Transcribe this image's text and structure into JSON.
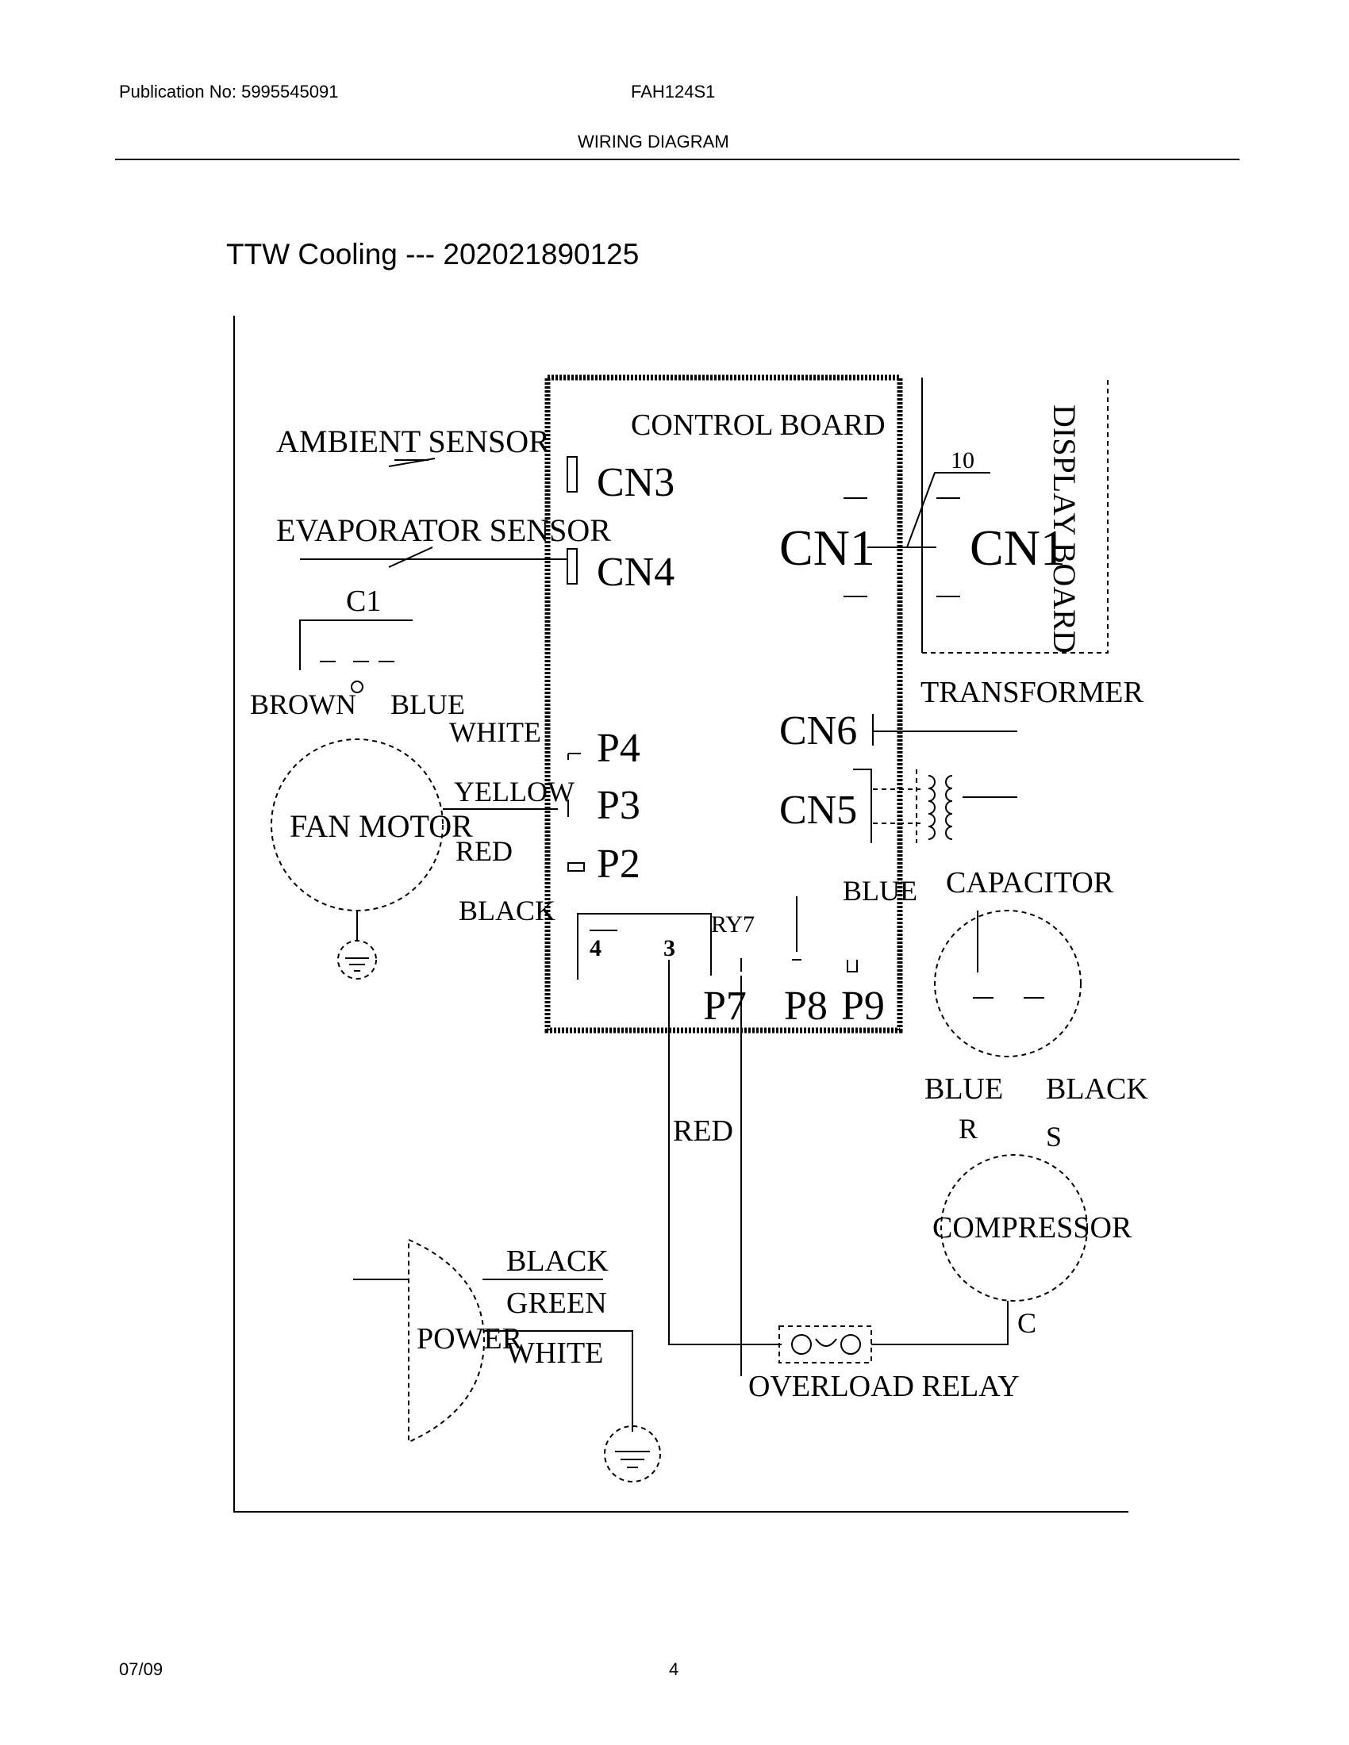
{
  "header": {
    "publication": "Publication No: 5995545091",
    "model": "FAH124S1",
    "section": "WIRING DIAGRAM"
  },
  "diagram": {
    "title": "TTW Cooling --- 202021890125",
    "control_board": "CONTROL BOARD",
    "display_board": "DISPLAY BOARD",
    "connectors": {
      "cn3": "CN3",
      "cn4": "CN4",
      "cn1_board": "CN1",
      "cn1_display": "CN1",
      "cn6": "CN6",
      "cn5": "CN5",
      "p4": "P4",
      "p3": "P3",
      "p2": "P2",
      "p7": "P7",
      "p8": "P8",
      "p9": "P9",
      "ry7": "RY7",
      "relay_pin_4": "4",
      "relay_pin_3": "3",
      "pin_count": "10"
    },
    "components": {
      "ambient_sensor": "AMBIENT SENSOR",
      "evaporator_sensor": "EVAPORATOR SENSOR",
      "c1": "C1",
      "fan_motor": "FAN MOTOR",
      "transformer": "TRANSFORMER",
      "capacitor": "CAPACITOR",
      "compressor": "COMPRESSOR",
      "power": "POWER",
      "overload_relay": "OVERLOAD RELAY"
    },
    "wires": {
      "brown": "BROWN",
      "blue_c1": "BLUE",
      "white_fan": "WHITE",
      "yellow": "YELLOW",
      "red_fan": "RED",
      "black_fan": "BLACK",
      "blue_p9": "BLUE",
      "blue_cap": "BLUE",
      "black_cap": "BLACK",
      "red_relay": "RED",
      "black_power": "BLACK",
      "green_power": "GREEN",
      "white_power": "WHITE"
    },
    "terminals": {
      "r": "R",
      "s": "S",
      "c": "C"
    }
  },
  "footer": {
    "date": "07/09",
    "page": "4"
  }
}
